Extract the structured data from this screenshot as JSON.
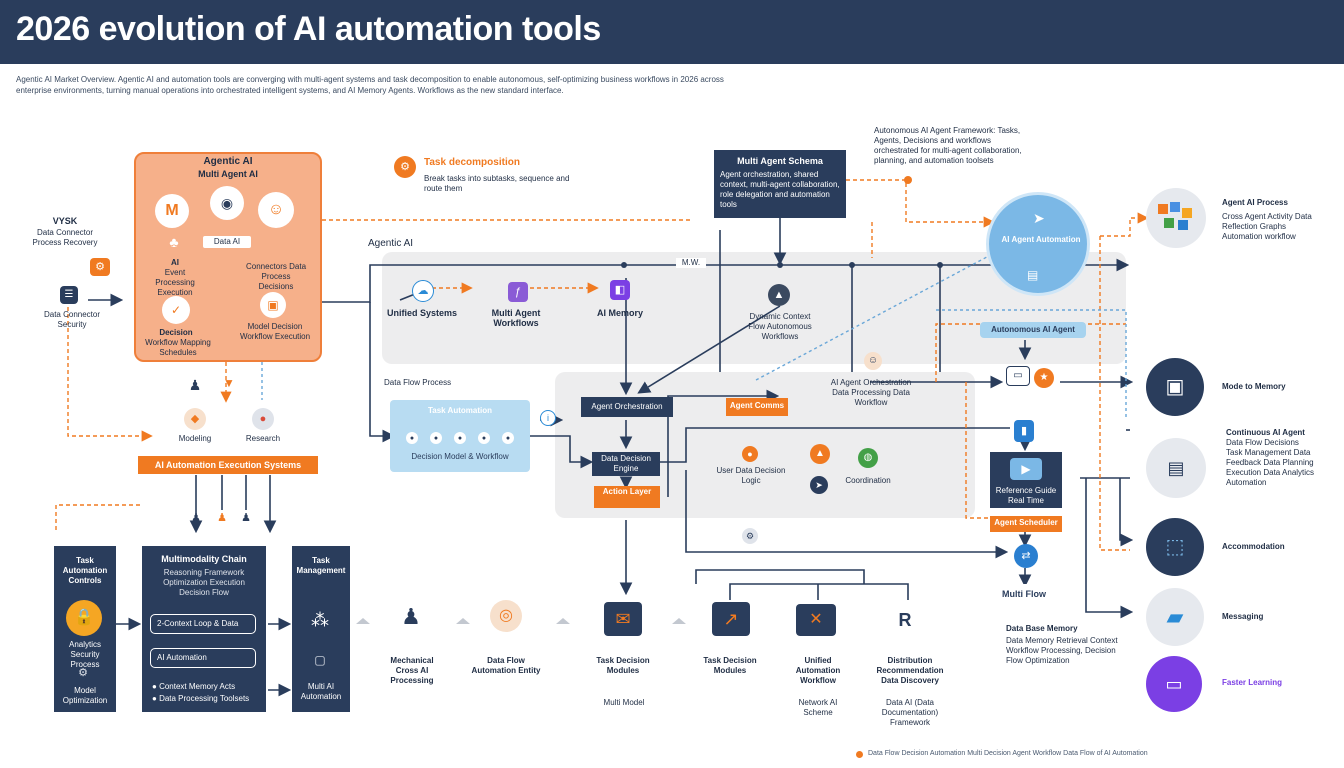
{
  "header": {
    "title": "2026 evolution of AI automation tools"
  },
  "intro": "Agentic AI Market Overview. Agentic AI and automation tools are converging with multi-agent systems and task decomposition to enable autonomous, self-optimizing business workflows in 2026 across enterprise environments, turning manual operations into orchestrated intelligent systems, and AI Memory Agents. Workflows as the new standard interface.",
  "left": {
    "vysk": "VYSK",
    "vysk_sub": "Data Connector Process Recovery",
    "doc_label": "Data Connector Security",
    "panel_title": "Agentic AI",
    "panel_subtitle": "Multi Agent AI",
    "chip": "Data AI",
    "ai_title": "AI",
    "ai_sub": "Event Processing Execution",
    "right_sub": "Connectors Data Process Decisions",
    "decision_title": "Decision",
    "decision_sub": "Workflow Mapping Schedules",
    "mobile_sub": "Model Decision Workflow Execution",
    "modeling": "Modeling",
    "research": "Research",
    "orange_bar": "AI Automation Execution Systems"
  },
  "bottom_left": {
    "col1_title": "Task Automation Controls",
    "col1_mid": "Analytics Security Process",
    "col1_bottom": "Model Optimization",
    "col2_title": "Multimodality Chain",
    "col2_sub": "Reasoning Framework Optimization Execution Decision Flow",
    "pill1": "2-Context Loop & Data",
    "pill2": "AI Automation",
    "bullet1": "Context Memory Acts",
    "bullet2": "Data Processing Toolsets",
    "col3_title": "Task Management",
    "col3_bottom": "Multi AI Automation"
  },
  "center": {
    "task_decomposition": "Task decomposition",
    "task_decomposition_sub": "Break tasks into subtasks, sequence and route them",
    "mas_title": "Multi Agent Schema",
    "mas_sub": "Agent orchestration, shared context, multi-agent collaboration, role delegation and automation tools",
    "agentic_ai": "Agentic AI",
    "mw": "M.W.",
    "unified": "Unified Systems",
    "multi_agent": "Multi Agent Workflows",
    "ai_memory": "AI Memory",
    "dynamic": "Dynamic Context Flow Autonomous Workflows",
    "data_label": "Data Flow Process",
    "task_title": "Task Automation",
    "task_sub": "Decision Model & Workflow",
    "agent_orchestration": "Agent Orchestration",
    "data_engine": "Data Decision Engine",
    "action": "Action Layer",
    "agent_comms": "Agent Comms",
    "mid_label": "AI Agent Orchestration Data Processing Data Workflow",
    "user_data": "User Data Decision Logic",
    "coord": "Coordination"
  },
  "right": {
    "note": "Autonomous AI Agent Framework: Tasks, Agents, Decisions and workflows orchestrated for multi-agent collaboration, planning, and automation toolsets",
    "circle": "AI Agent Automation",
    "automation_bar": "Autonomous AI Agent",
    "workflow_title": "Reference Guide",
    "workflow_sub": "Real Time",
    "orange_chip": "Agent Scheduler",
    "multi_flow": "Multi Flow",
    "items": [
      {
        "label": "Agent AI Process",
        "sub": "Cross Agent Activity Data Reflection Graphs Automation workflow"
      },
      {
        "label": "Mode to Memory",
        "sub": ""
      },
      {
        "label": "Continuous AI Agent",
        "sub": "Data Flow Decisions Task Management Data Feedback Data Planning Execution Data Analytics Automation"
      },
      {
        "label": "Accommodation",
        "sub": ""
      },
      {
        "label": "Messaging",
        "sub": ""
      },
      {
        "label": "Faster Learning",
        "sub": ""
      }
    ],
    "memory_title": "Data Base Memory",
    "memory_sub": "Data Memory Retrieval Context Workflow Processing, Decision Flow Optimization"
  },
  "bottom_row": [
    {
      "label": "Mechanical Cross AI Processing"
    },
    {
      "label": "Data Flow Automation Entity"
    },
    {
      "label": "Task Decision Modules",
      "sub": "Multi Model"
    },
    {
      "label": "Task Decision Modules"
    },
    {
      "label": "Unified Automation Workflow",
      "sub": "Network AI Scheme"
    },
    {
      "label": "Distribution Recommendation Data Discovery",
      "sub": "Data AI (Data Documentation) Framework"
    }
  ],
  "footer": "Data Flow Decision Automation   Multi Decision Agent Workflow Data Flow of AI Automation",
  "colors": {
    "navy": "#2a3d5c",
    "orange": "#f07a21",
    "peach": "#f6b08a",
    "blue": "#b8dcf2",
    "purple": "#7b3fe4"
  }
}
